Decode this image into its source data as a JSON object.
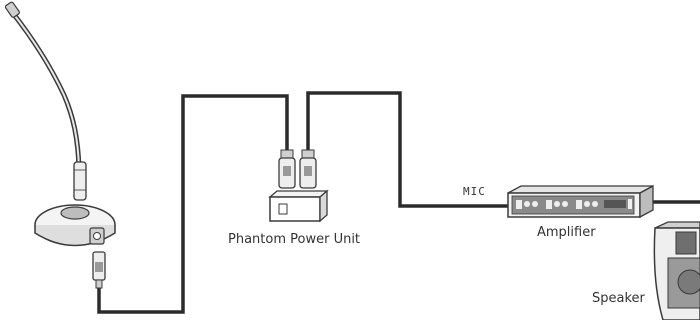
{
  "labels": {
    "phantom_power_unit": "Phantom Power Unit",
    "amplifier": "Amplifier",
    "speaker": "Speaker",
    "mic": "MIC"
  },
  "colors": {
    "cable": "#2b2b2b",
    "outline": "#3a3a3a",
    "fill_light": "#f4f4f4",
    "fill_mid": "#d9d9d9",
    "fill_dark": "#8a8a8a"
  },
  "icons": [
    "gooseneck-microphone-icon",
    "xlr-connector-icon",
    "phantom-power-box-icon",
    "rack-amplifier-icon",
    "speaker-cabinet-icon"
  ]
}
